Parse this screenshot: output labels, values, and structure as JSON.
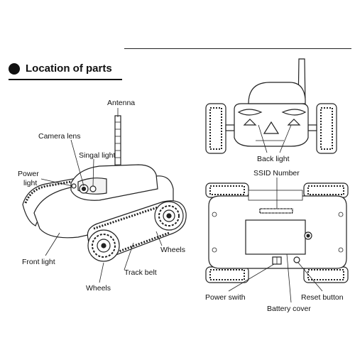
{
  "heading": "Location of parts",
  "labels": {
    "antenna": "Antenna",
    "camera_lens": "Camera lens",
    "singal_light": "Singal light",
    "power_light_1": "Power",
    "power_light_2": "light",
    "front_light": "Front light",
    "wheels_right": "Wheels",
    "track_belt": "Track belt",
    "wheels_bottom": "Wheels",
    "back_light": "Back light",
    "ssid_number": "SSID Number",
    "power_switch": "Power swith",
    "battery_cover": "Battery cover",
    "reset_button": "Reset button"
  }
}
